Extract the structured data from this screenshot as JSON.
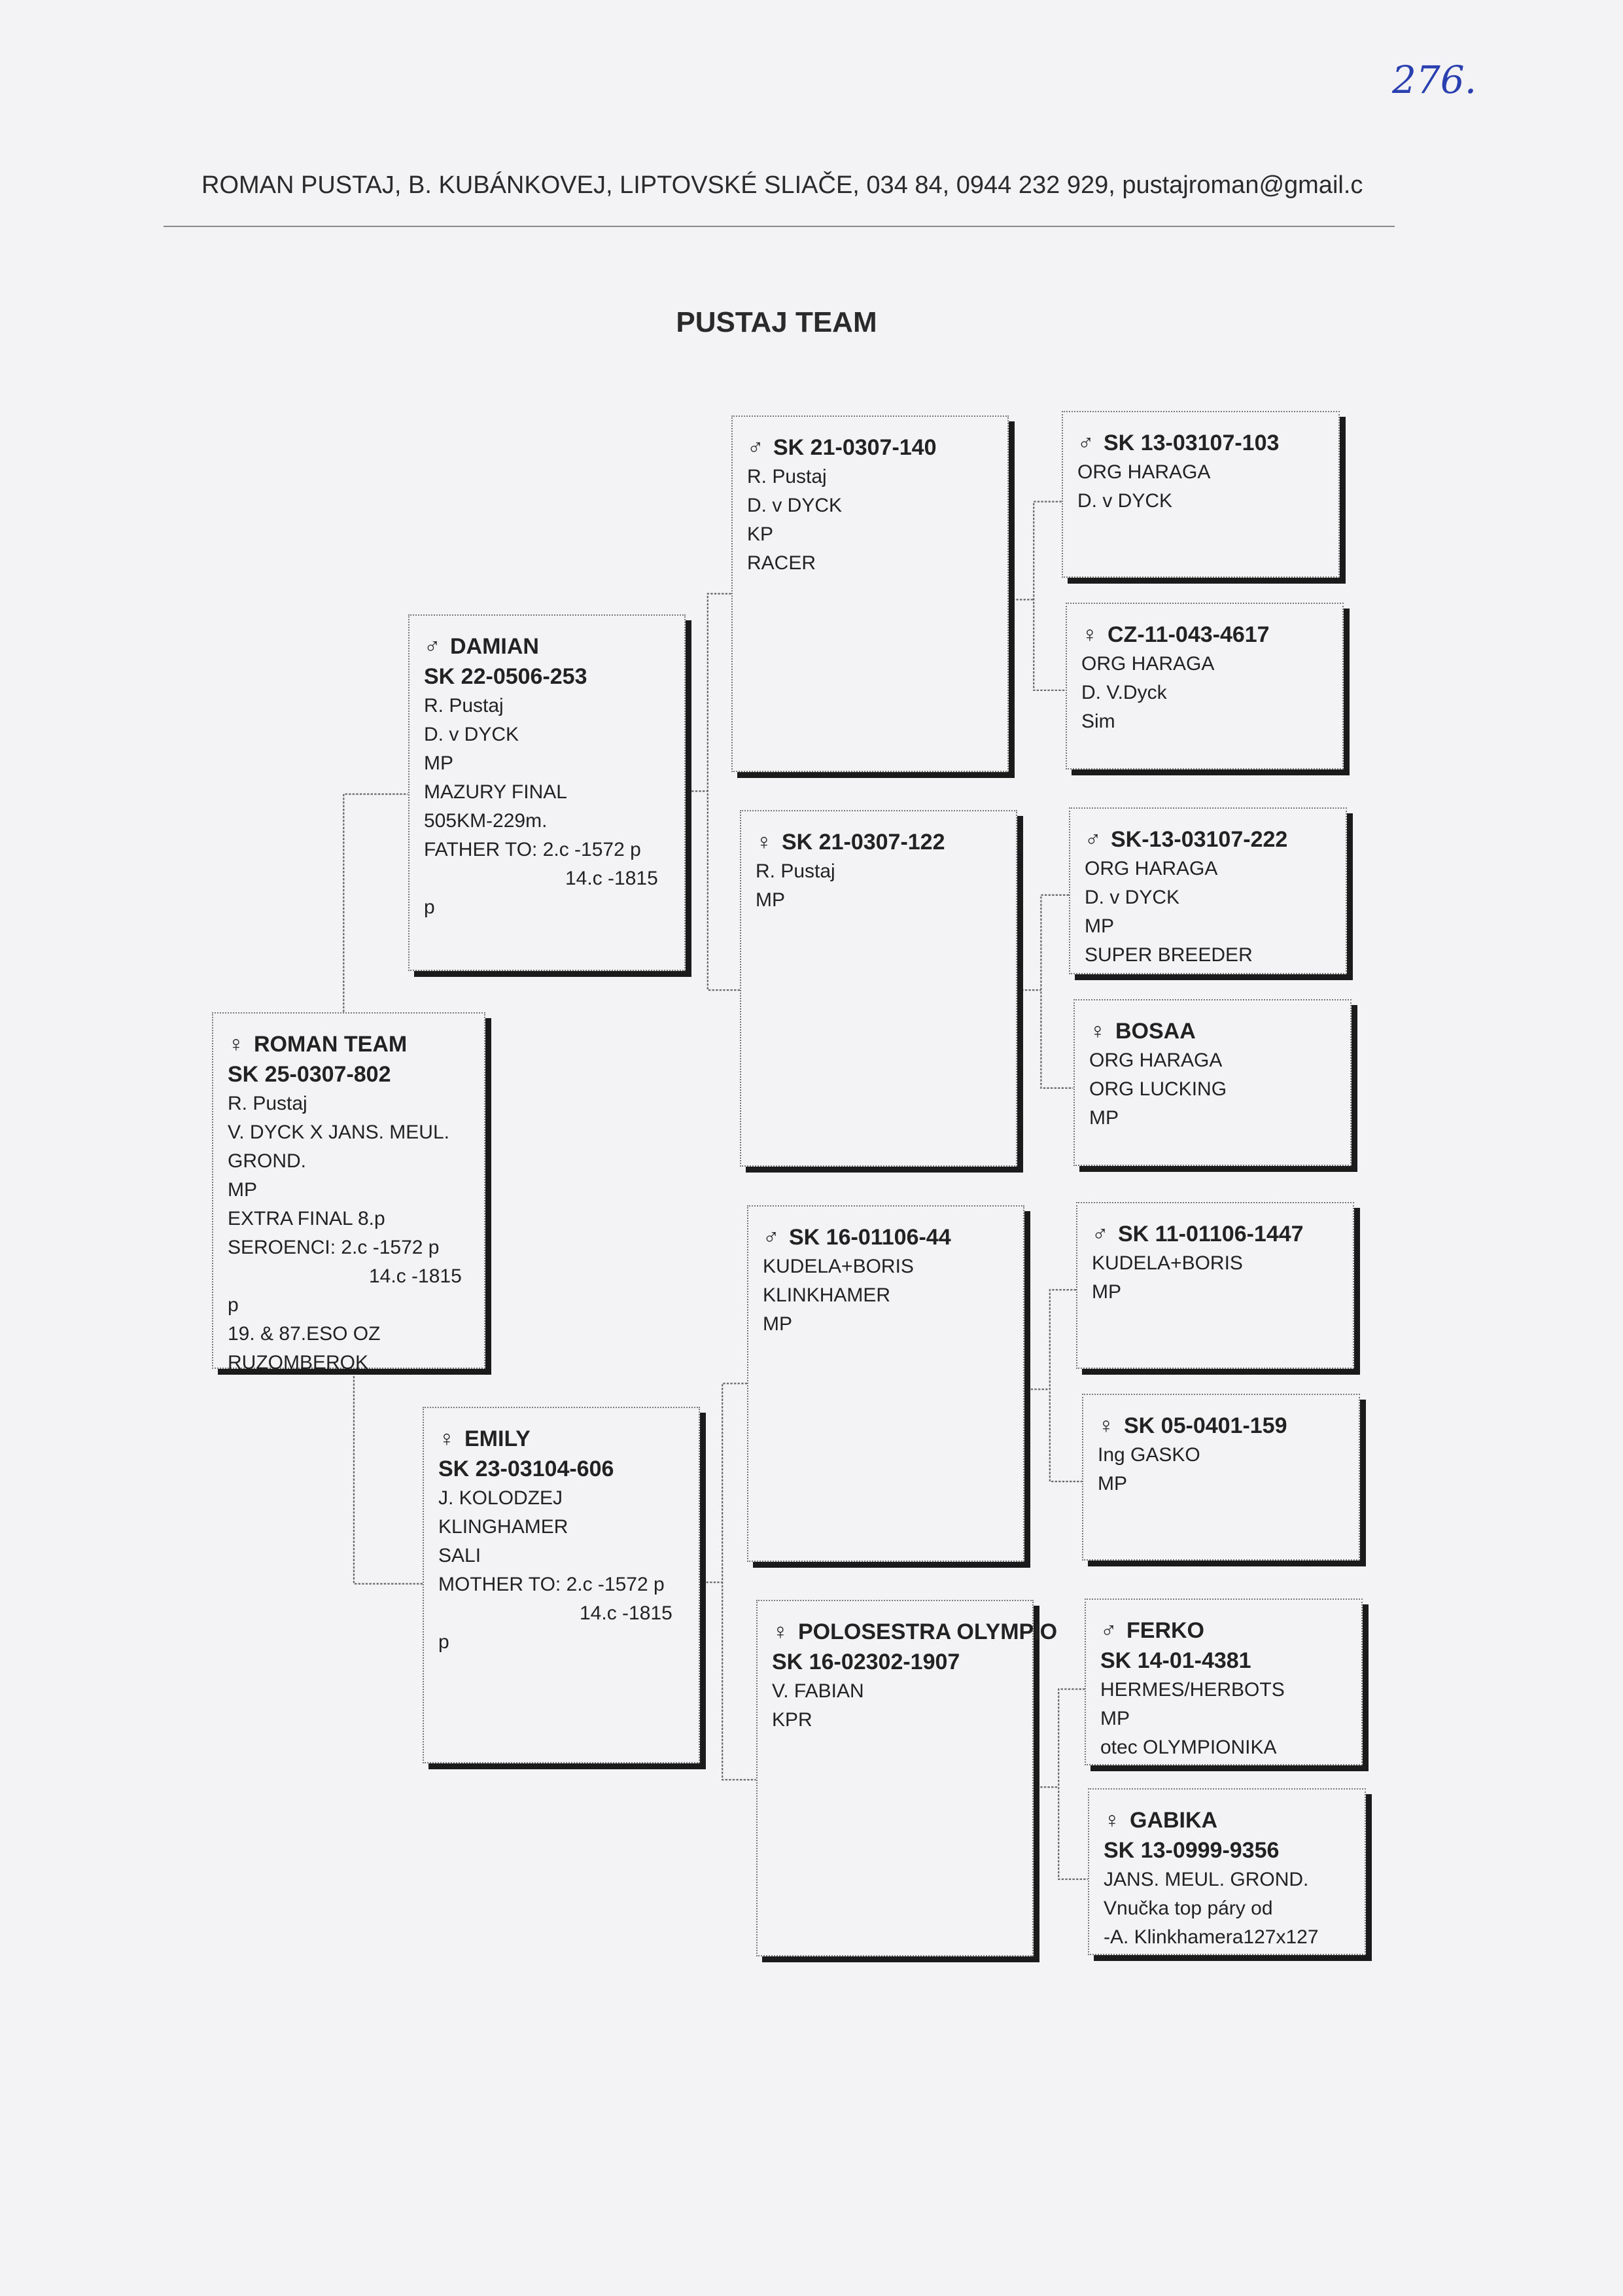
{
  "header": {
    "contact": "ROMAN PUSTAJ, B. KUBÁNKOVEJ, LIPTOVSKÉ SLIAČE, 034 84, 0944 232 929, pustajroman@gmail.c",
    "title": "PUSTAJ TEAM",
    "handwritten_number": "276."
  },
  "pedigree": {
    "roman": {
      "symbol": "♀",
      "name": "ROMAN TEAM",
      "ring": "SK 25-0307-802",
      "lines": [
        "R. Pustaj",
        "V. DYCK X JANS. MEUL.",
        "GROND.",
        "MP",
        "EXTRA FINAL 8.p",
        "SEROENCI: 2.c -1572 p",
        "14.c -1815",
        "p",
        "19. & 87.ESO OZ",
        "RUZOMBEROK"
      ]
    },
    "damian": {
      "symbol": "♂",
      "name": "DAMIAN",
      "ring": "SK 22-0506-253",
      "lines": [
        "R. Pustaj",
        "D. v DYCK",
        "MP",
        "MAZURY FINAL",
        "505KM-229m.",
        "FATHER TO: 2.c -1572 p",
        "14.c -1815",
        "p"
      ]
    },
    "emily": {
      "symbol": "♀",
      "name": "EMILY",
      "ring": "SK 23-03104-606",
      "lines": [
        "J. KOLODZEJ",
        "KLINGHAMER",
        "SALI",
        "MOTHER TO: 2.c -1572 p",
        "14.c -1815",
        "p"
      ]
    },
    "s140": {
      "symbol": "♂",
      "ring": "SK 21-0307-140",
      "lines": [
        "R. Pustaj",
        "D. v DYCK",
        "KP",
        "RACER"
      ]
    },
    "s122": {
      "symbol": "♀",
      "ring": "SK 21-0307-122",
      "lines": [
        "R. Pustaj",
        "MP"
      ]
    },
    "s44": {
      "symbol": "♂",
      "ring": "SK 16-01106-44",
      "lines": [
        "KUDELA+BORIS",
        "KLINKHAMER",
        "MP"
      ]
    },
    "polo": {
      "symbol": "♀",
      "name": "POLOSESTRA OLYMPIO",
      "ring": "SK 16-02302-1907",
      "lines": [
        "V. FABIAN",
        "KPR"
      ]
    },
    "s103": {
      "symbol": "♂",
      "ring": "SK 13-03107-103",
      "lines": [
        "ORG HARAGA",
        "D. v DYCK"
      ]
    },
    "cz": {
      "symbol": "♀",
      "ring": "CZ-11-043-4617",
      "lines": [
        "ORG HARAGA",
        "D. V.Dyck",
        "Sim"
      ]
    },
    "s222": {
      "symbol": "♂",
      "ring": "SK-13-03107-222",
      "lines": [
        "ORG HARAGA",
        "D. v DYCK",
        "MP",
        "SUPER BREEDER"
      ]
    },
    "bosaa": {
      "symbol": "♀",
      "ring": "BOSAA",
      "lines": [
        "ORG HARAGA",
        "ORG LUCKING",
        "MP"
      ]
    },
    "s1447": {
      "symbol": "♂",
      "ring": "SK 11-01106-1447",
      "lines": [
        "KUDELA+BORIS",
        "MP"
      ]
    },
    "s159": {
      "symbol": "♀",
      "ring": "SK 05-0401-159",
      "lines": [
        "Ing GASKO",
        "MP"
      ]
    },
    "ferko": {
      "symbol": "♂",
      "name": "FERKO",
      "ring": "SK 14-01-4381",
      "lines": [
        "HERMES/HERBOTS",
        "MP",
        "otec OLYMPIONIKA"
      ]
    },
    "gabika": {
      "symbol": "♀",
      "name": "GABIKA",
      "ring": "SK 13-0999-9356",
      "lines": [
        "JANS. MEUL. GROND.",
        "Vnučka top páry od",
        "-A. Klinkhamera127x127"
      ]
    }
  }
}
